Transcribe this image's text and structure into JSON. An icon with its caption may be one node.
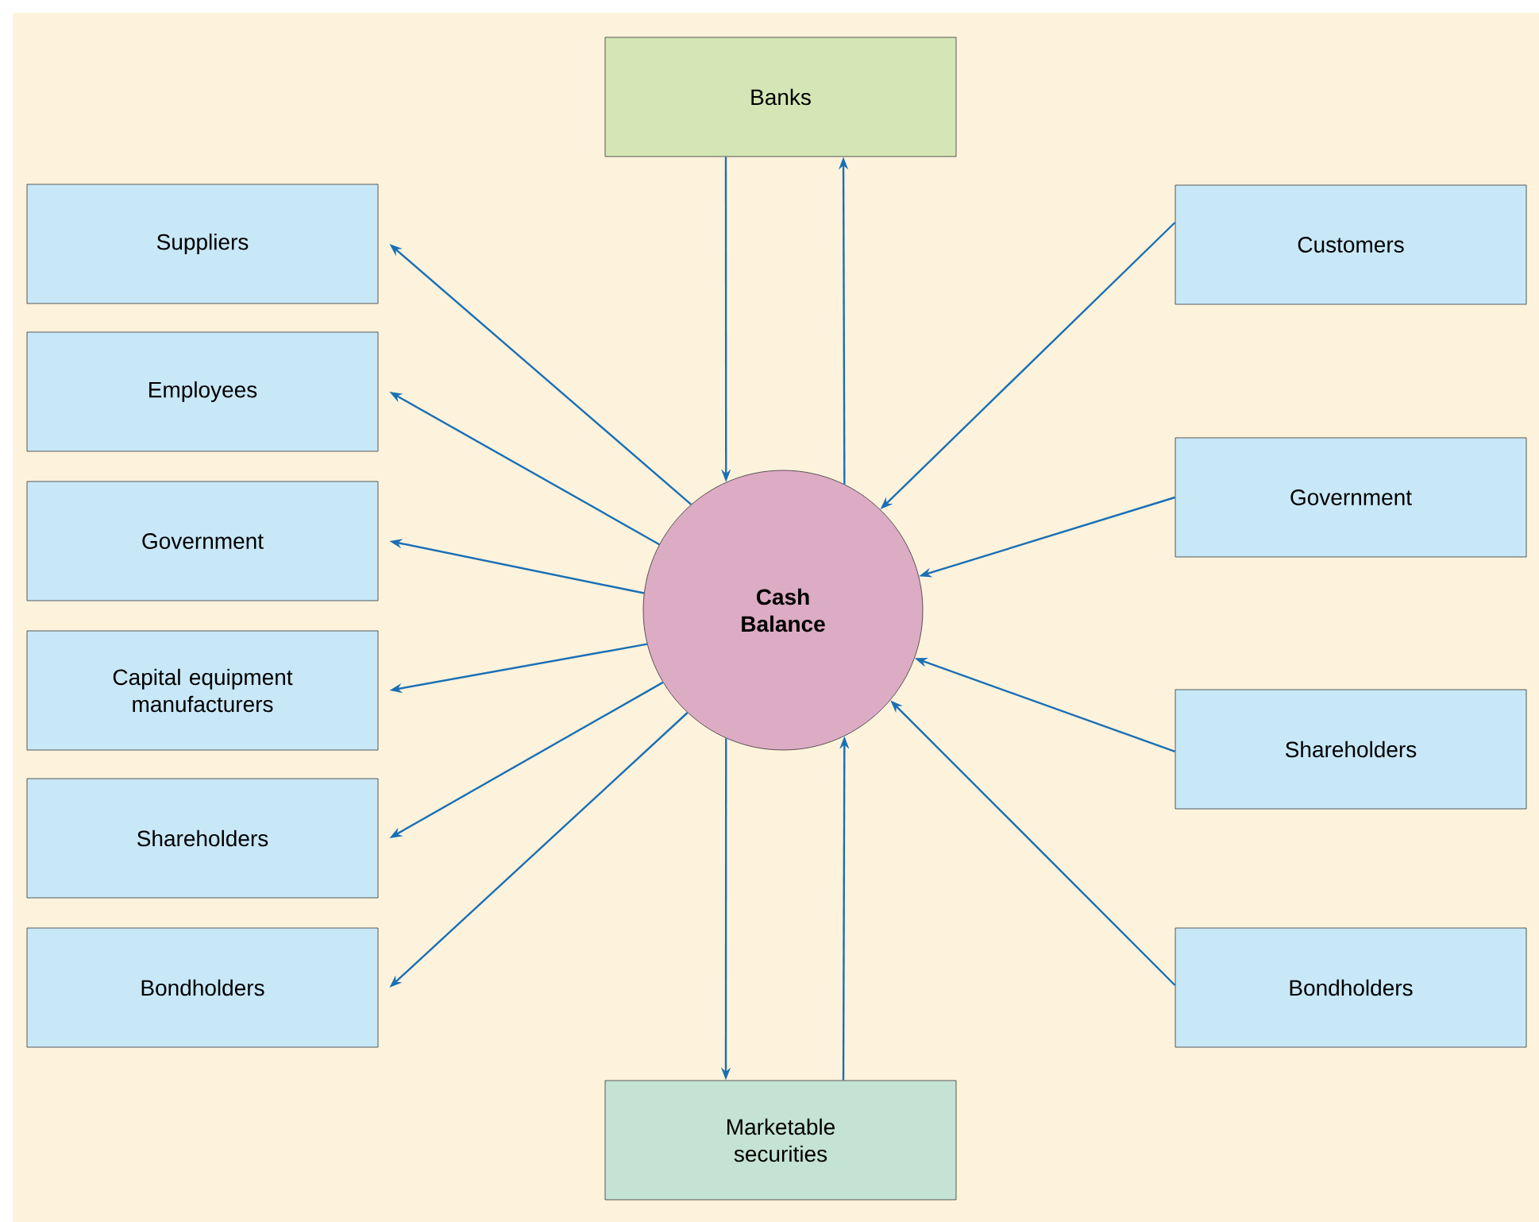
{
  "diagram": {
    "nodes": [
      {
        "text": [
          "Banks"
        ]
      },
      {
        "text": [
          "Suppliers"
        ]
      },
      {
        "text": [
          "Employees"
        ]
      },
      {
        "text": [
          "Government"
        ]
      },
      {
        "text": [
          "Capital equipment manufacturers"
        ]
      },
      {
        "text": [
          "Shareholders"
        ]
      },
      {
        "text": [
          "Bondholders"
        ]
      },
      {
        "text": [
          "Cash Balance"
        ]
      },
      {
        "text": [
          "Customers"
        ]
      },
      {
        "text": [
          "Government"
        ]
      },
      {
        "text": [
          "Shareholders"
        ]
      },
      {
        "text": [
          "Bondholders"
        ]
      },
      {
        "text": [
          "Marketable securities"
        ]
      }
    ],
    "edges": [
      {
        "from": 0,
        "to": 7,
        "arrow": "to"
      },
      {
        "from": 7,
        "to": 0,
        "arrow": "to"
      },
      {
        "from": 7,
        "to": 1,
        "arrow": "to"
      },
      {
        "from": 7,
        "to": 2,
        "arrow": "to"
      },
      {
        "from": 7,
        "to": 3,
        "arrow": "to"
      },
      {
        "from": 7,
        "to": 4,
        "arrow": "to"
      },
      {
        "from": 7,
        "to": 5,
        "arrow": "to"
      },
      {
        "from": 7,
        "to": 6,
        "arrow": "to"
      },
      {
        "from": 8,
        "to": 7,
        "arrow": "to"
      },
      {
        "from": 9,
        "to": 7,
        "arrow": "to"
      },
      {
        "from": 10,
        "to": 7,
        "arrow": "to"
      },
      {
        "from": 11,
        "to": 7,
        "arrow": "to"
      },
      {
        "from": 7,
        "to": 12,
        "arrow": "to"
      },
      {
        "from": 12,
        "to": 7,
        "arrow": "to"
      }
    ]
  }
}
